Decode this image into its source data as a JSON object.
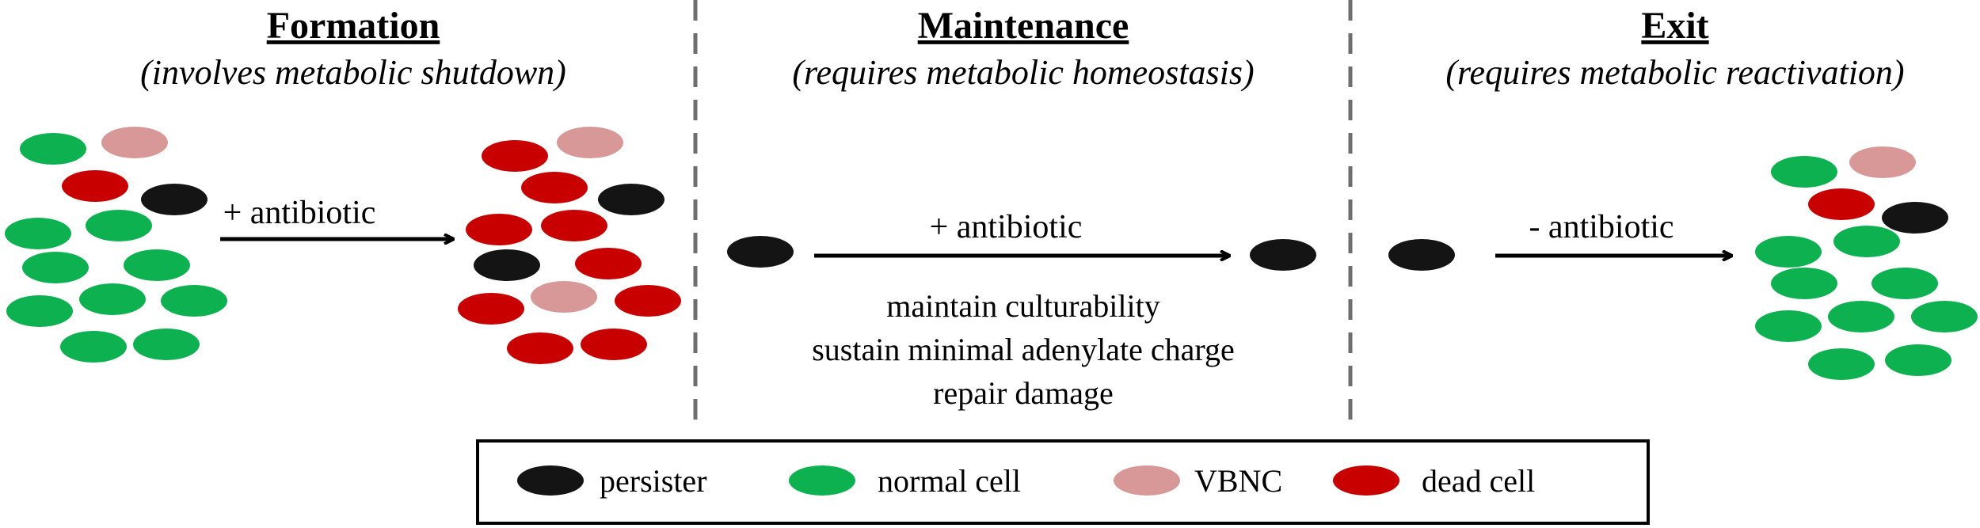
{
  "colors": {
    "persister": "#141414",
    "normal_cell": "#0DB150",
    "vbnc": "#D89898",
    "dead_cell": "#C80000",
    "divider": "#6e6e6e"
  },
  "stages": [
    {
      "title": "Formation",
      "subtitle": "(involves metabolic shutdown)"
    },
    {
      "title": "Maintenance",
      "subtitle": "(requires metabolic homeostasis)"
    },
    {
      "title": "Exit",
      "subtitle": "(requires metabolic reactivation)"
    }
  ],
  "arrows": [
    {
      "label": "+ antibiotic"
    },
    {
      "label": "+ antibiotic"
    },
    {
      "label": "- antibiotic"
    }
  ],
  "maintenance_notes": [
    "maintain culturability",
    "sustain minimal adenylate charge",
    "repair damage"
  ],
  "legend": [
    {
      "type": "persister",
      "label": "persister"
    },
    {
      "type": "normal_cell",
      "label": "normal cell"
    },
    {
      "type": "vbnc",
      "label": "VBNC"
    },
    {
      "type": "dead_cell",
      "label": "dead cell"
    }
  ]
}
